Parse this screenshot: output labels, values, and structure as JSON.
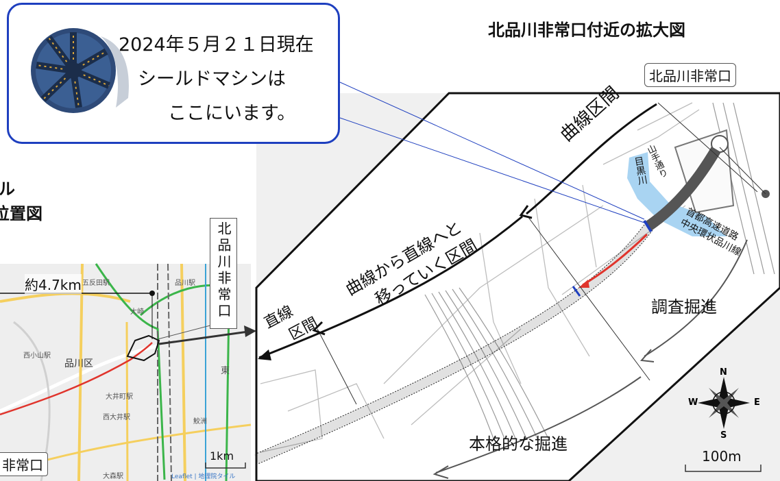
{
  "callout": {
    "line1": "2024年５月２１日現在",
    "line2": "シールドマシンは",
    "line3": "ここにいます。",
    "image_icon": "shield-machine-icon"
  },
  "enlarged_map": {
    "title": "北品川非常口付近の拡大図",
    "exit_label": "北品川非常口",
    "curve_section": "曲線区間",
    "transition_section": [
      "曲線から直線へと",
      "移っていく区間"
    ],
    "straight_section": [
      "直線",
      "区間"
    ],
    "survey_excavation": "調査掘進",
    "full_excavation": "本格的な掘進",
    "river_name": "目黒川",
    "street_name": "山手通り",
    "expressway": [
      "首都高速道路",
      "中央環状品川線"
    ],
    "scale": "100m",
    "compass": {
      "n": "N",
      "s": "S",
      "e": "E",
      "w": "W"
    }
  },
  "location_map": {
    "title_partial_1": "ル",
    "title_partial_2": "位置図",
    "exit_vertical_label": "北品川非常口",
    "distance": "約4.7km",
    "scale": "1km",
    "bottom_left_label": "非常口",
    "attribution": "Leaflet | 地理院タイル",
    "place_labels": {
      "gotanda": "五反田駅",
      "shinagawa": "品川駅",
      "osaki": "大崎",
      "nishikoyama": "西小山駅",
      "shinagawa_ku": "品川区",
      "oimachi": "大井町駅",
      "nishioi": "西大井駅",
      "omori": "大森駅",
      "higashi": "東",
      "same": "鮫洲"
    }
  },
  "colors": {
    "callout_border": "#1e3fbf",
    "route_red": "#e0342c",
    "river_blue": "#a9d4f2",
    "shield_path": "#555555"
  }
}
